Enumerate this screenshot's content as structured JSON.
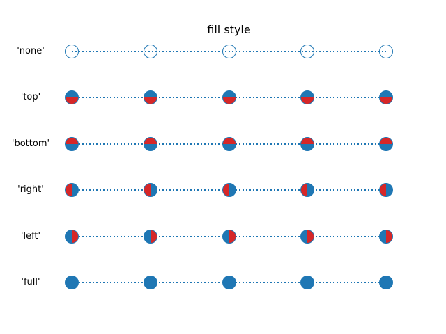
{
  "chart_data": {
    "type": "line",
    "title": "fill style",
    "description": "Marker fill-style reference: six horizontal dotted-line series, each with five circular markers demonstrating a different marker fillstyle",
    "x": [
      0,
      1,
      2,
      3,
      4
    ],
    "series": [
      {
        "name": "'none'",
        "fill_style": "none",
        "values": [
          5,
          5,
          5,
          5,
          5
        ]
      },
      {
        "name": "'top'",
        "fill_style": "top",
        "values": [
          4,
          4,
          4,
          4,
          4
        ]
      },
      {
        "name": "'bottom'",
        "fill_style": "bottom",
        "values": [
          3,
          3,
          3,
          3,
          3
        ]
      },
      {
        "name": "'right'",
        "fill_style": "right",
        "values": [
          2,
          2,
          2,
          2,
          2
        ]
      },
      {
        "name": "'left'",
        "fill_style": "left",
        "values": [
          1,
          1,
          1,
          1,
          1
        ]
      },
      {
        "name": "'full'",
        "fill_style": "full",
        "values": [
          0,
          0,
          0,
          0,
          0
        ]
      }
    ],
    "line_style": "dotted",
    "marker": "circle",
    "points_per_series": 5,
    "colors": {
      "line": "#1f77b4",
      "marker_face": "#1f77b4",
      "marker_alt": "#d62728",
      "marker_edge": "#1f77b4",
      "background": "#ffffff",
      "text": "#000000"
    },
    "axes": "off",
    "grid": false,
    "legend": false
  }
}
